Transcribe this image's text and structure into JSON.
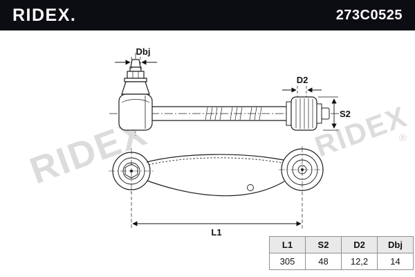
{
  "header": {
    "brand": "RIDEX.",
    "part_number": "273C0525"
  },
  "watermark": {
    "left": "RIDEX",
    "right": "RIDEX",
    "registered": "®"
  },
  "dimensions": {
    "dbj": "Dbj",
    "d2": "D2",
    "s2": "S2",
    "l1": "L1"
  },
  "spec_table": {
    "headers": [
      "L1",
      "S2",
      "D2",
      "Dbj"
    ],
    "values": [
      "305",
      "48",
      "12,2",
      "14"
    ]
  }
}
